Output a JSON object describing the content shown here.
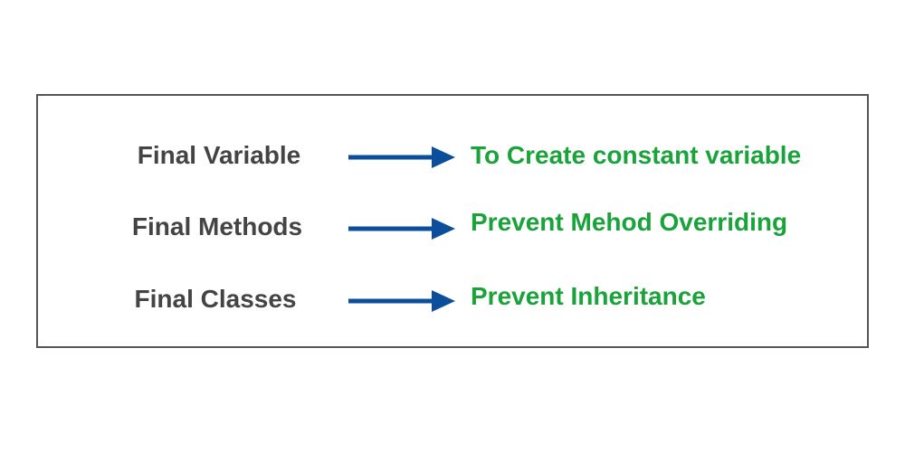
{
  "colors": {
    "term_text": "#444444",
    "arrow": "#0b4f9c",
    "description_text": "#19a33a",
    "frame_border": "#555555"
  },
  "rows": [
    {
      "term": "Final Variable",
      "description": "To Create constant variable"
    },
    {
      "term": "Final Methods",
      "description": "Prevent Mehod Overriding"
    },
    {
      "term": "Final Classes",
      "description": "Prevent Inheritance"
    }
  ]
}
